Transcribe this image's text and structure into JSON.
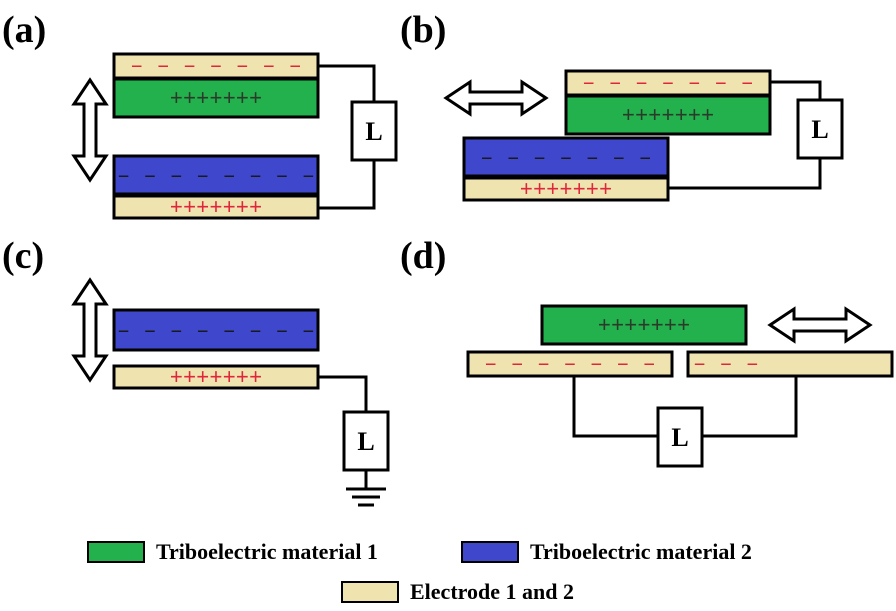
{
  "panels": {
    "a": {
      "label": "(a)",
      "electrode_top_charge": "– – – – – – –",
      "material1_charge": "+++++++",
      "material2_charge": "– – – – – – – –",
      "electrode_bottom_charge": "+++++++",
      "load": "L"
    },
    "b": {
      "label": "(b)",
      "electrode_top_charge": "– – – – – – –",
      "material1_charge": "+++++++",
      "material2_charge": "– – – – – – –",
      "electrode_bottom_charge": "+++++++",
      "load": "L"
    },
    "c": {
      "label": "(c)",
      "material2_charge": "– – – – – – – –",
      "electrode_charge": "+++++++",
      "load": "L"
    },
    "d": {
      "label": "(d)",
      "material1_charge": "+++++++",
      "electrode_left_charge": "– – – – – – –",
      "electrode_right_charge": "– – –",
      "load": "L"
    }
  },
  "legend": {
    "material1": "Triboelectric material 1",
    "material2": "Triboelectric material 2",
    "electrode": "Electrode 1 and 2"
  },
  "colors": {
    "material1": "#22b14c",
    "material2": "#3f48cc",
    "electrode": "#efe4b0",
    "positive_on_electrode": "#e0263c",
    "negative_on_electrode": "#e0263c"
  },
  "icons": {
    "vertical_motion": "double-arrow-vertical-icon",
    "horizontal_motion": "double-arrow-horizontal-icon",
    "ground": "ground-icon"
  }
}
